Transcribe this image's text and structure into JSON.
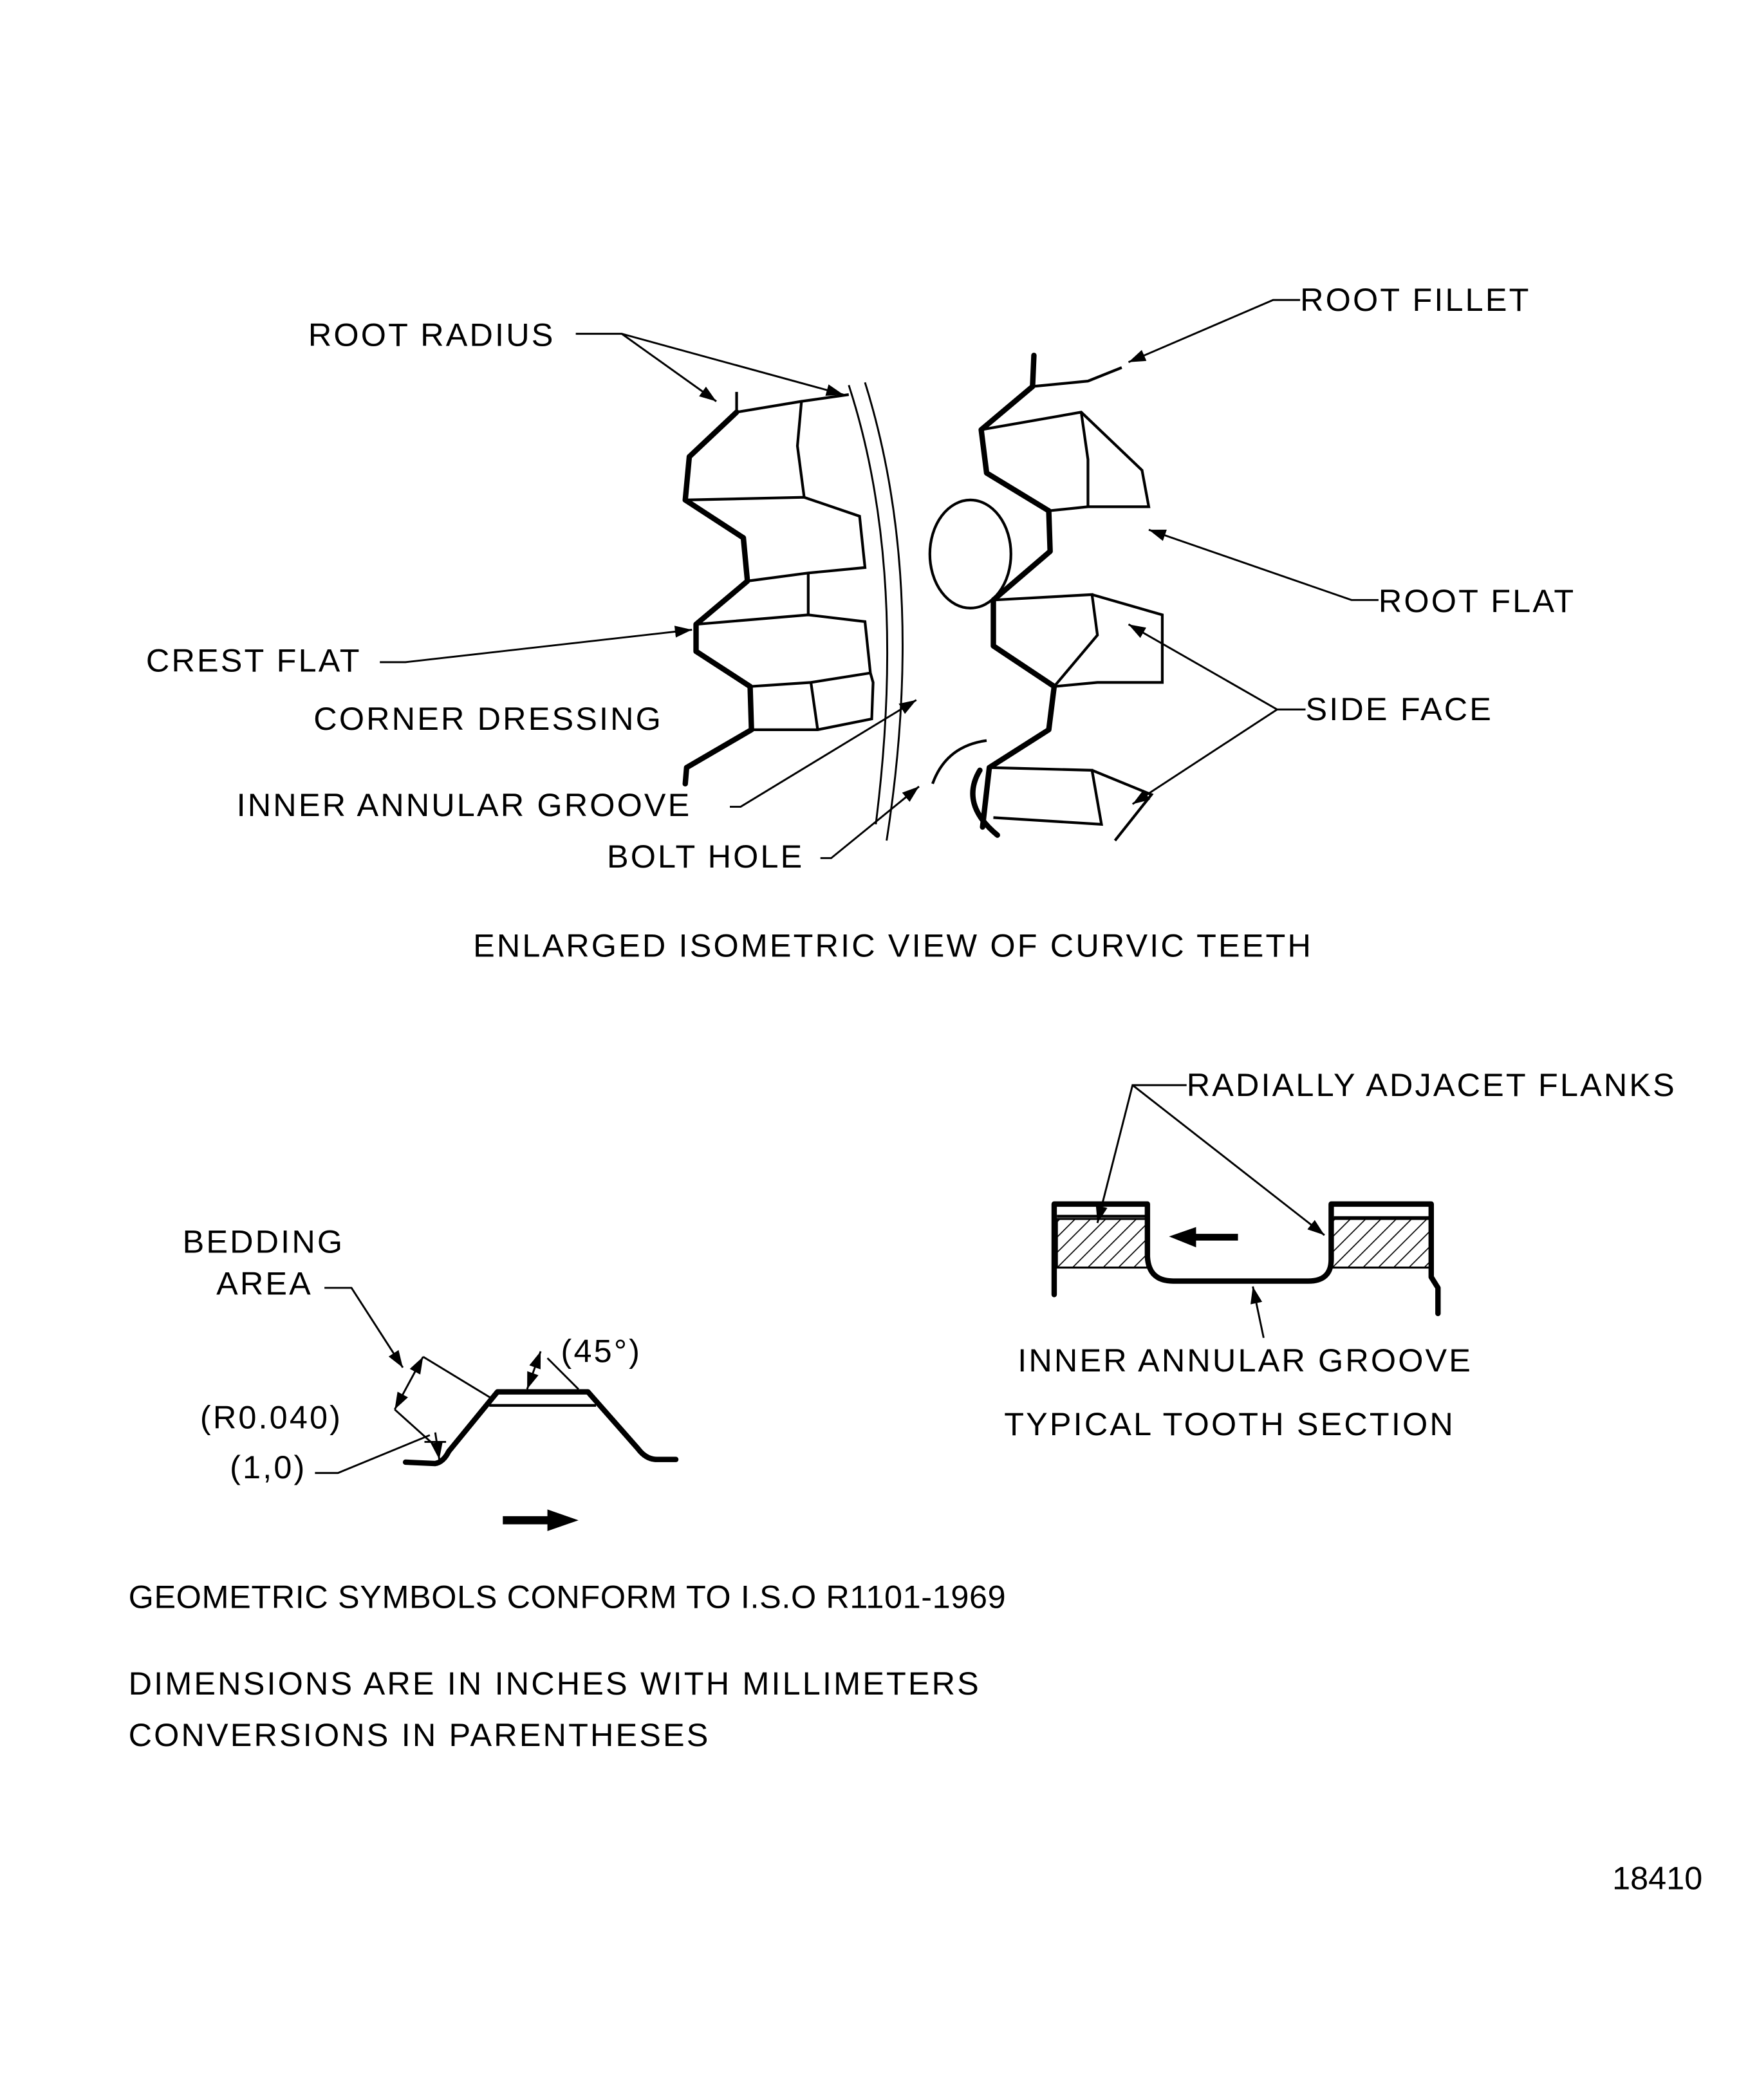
{
  "isometric_view": {
    "labels": {
      "root_radius": "ROOT RADIUS",
      "root_fillet": "ROOT FILLET",
      "root_flat": "ROOT FLAT",
      "crest_flat": "CREST FLAT",
      "corner_dressing": "CORNER DRESSING",
      "side_face": "SIDE FACE",
      "inner_annular_groove": "INNER ANNULAR GROOVE",
      "bolt_hole": "BOLT HOLE"
    },
    "caption": "ENLARGED ISOMETRIC VIEW OF CURVIC TEETH"
  },
  "bedding_detail": {
    "label_line1": "BEDDING",
    "label_line2": "AREA",
    "angle": "(45°)",
    "radius": "(R0.040)",
    "radius_mm": "(1,0)"
  },
  "tooth_section": {
    "flanks_label": "RADIALLY ADJACET FLANKS",
    "groove_label": "INNER ANNULAR GROOVE",
    "caption": "TYPICAL TOOTH SECTION"
  },
  "notes": {
    "geometric": "GEOMETRIC SYMBOLS CONFORM TO I.S.O R1101-1969",
    "dimensions_line1": "DIMENSIONS ARE IN INCHES WITH MILLIMETERS",
    "dimensions_line2": "CONVERSIONS IN PARENTHESES"
  },
  "figure_number": "18410"
}
